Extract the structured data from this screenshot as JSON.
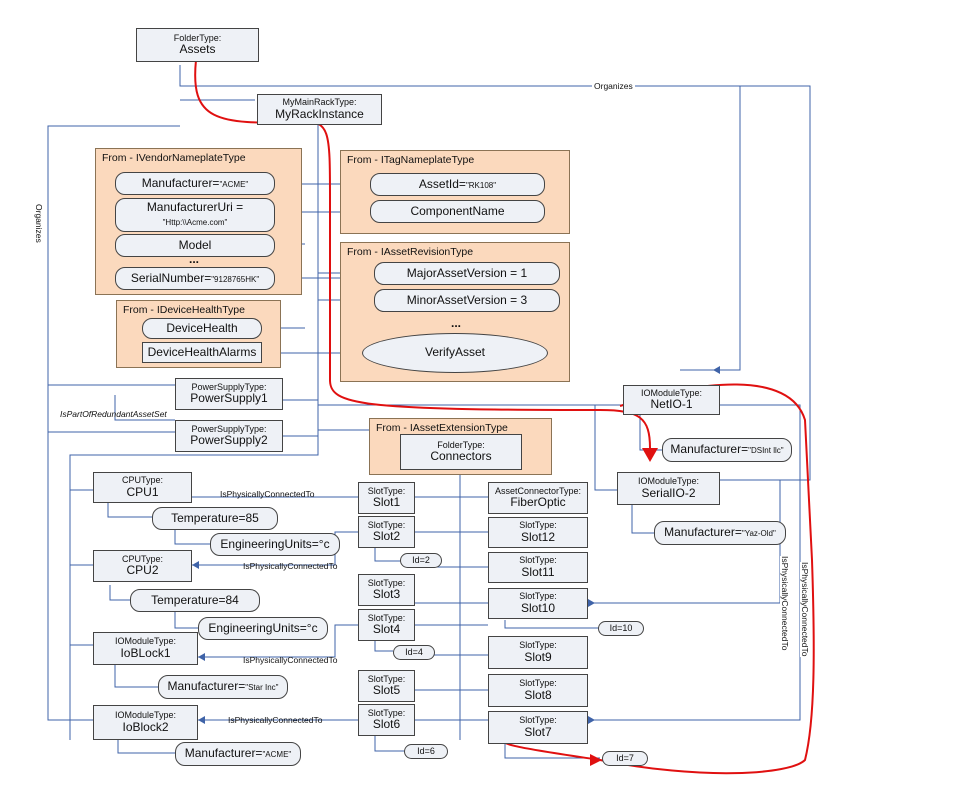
{
  "labels": {
    "organizes": "Organizes",
    "is_part_of_redundant_asset_set": "IsPartOfRedundantAssetSet",
    "is_physically_connected_to": "IsPhysicallyConnectedTo",
    "ellipsis": "..."
  },
  "groups": {
    "vendor_nameplate": "From - IVendorNameplateType",
    "tag_nameplate": "From - ITagNameplateType",
    "asset_revision": "From - IAssetRevisionType",
    "device_health": "From - IDeviceHealthType",
    "asset_extension": "From - IAssetExtensionType"
  },
  "nodes": {
    "assets": {
      "type": "FolderType:",
      "name": "Assets"
    },
    "my_rack": {
      "type": "MyMainRackType:",
      "name": "MyRackInstance"
    },
    "manufacturer": {
      "name": "Manufacturer=",
      "value": "\"ACME\""
    },
    "manufacturer_uri": {
      "name": "ManufacturerUri =",
      "value": "\"Http:\\\\Acme.com\""
    },
    "model": {
      "name": "Model"
    },
    "serial_number": {
      "name": "SerialNumber=",
      "value": "\"9128765HK\""
    },
    "asset_id": {
      "name": "AssetId=",
      "value": "\"RK108\""
    },
    "component_name": {
      "name": "ComponentName"
    },
    "major_version": {
      "name": "MajorAssetVersion = 1"
    },
    "minor_version": {
      "name": "MinorAssetVersion = 3"
    },
    "verify_asset": {
      "name": "VerifyAsset"
    },
    "device_health": {
      "name": "DeviceHealth"
    },
    "device_health_alarms": {
      "name": "DeviceHealthAlarms"
    },
    "power_supply_1": {
      "type": "PowerSupplyType:",
      "name": "PowerSupply1"
    },
    "power_supply_2": {
      "type": "PowerSupplyType:",
      "name": "PowerSupply2"
    },
    "connectors": {
      "type": "FolderType:",
      "name": "Connectors"
    },
    "netio": {
      "type": "IOModuleType:",
      "name": "NetIO-1"
    },
    "netio_manufacturer": {
      "name": "Manufacturer=",
      "value": "\"DSInt llc\""
    },
    "serialio": {
      "type": "IOModuleType:",
      "name": "SerialIO-2"
    },
    "serialio_manufacturer": {
      "name": "Manufacturer=",
      "value": "\"Yaz-Old\""
    },
    "cpu1": {
      "type": "CPUType:",
      "name": "CPU1"
    },
    "cpu1_temp": {
      "name": "Temperature=85"
    },
    "cpu1_units": {
      "name": "EngineeringUnits=°c"
    },
    "cpu2": {
      "type": "CPUType:",
      "name": "CPU2"
    },
    "cpu2_temp": {
      "name": "Temperature=84"
    },
    "cpu2_units": {
      "name": "EngineeringUnits=°c"
    },
    "ioblock1": {
      "type": "IOModuleType:",
      "name": "IoBLock1"
    },
    "ioblock1_manufacturer": {
      "name": "Manufacturer=",
      "value": "\"Star Inc\""
    },
    "ioblock2": {
      "type": "IOModuleType:",
      "name": "IoBlock2"
    },
    "ioblock2_manufacturer": {
      "name": "Manufacturer=",
      "value": "\"ACME\""
    },
    "fiber_optic": {
      "type": "AssetConnectorType:",
      "name": "FiberOptic"
    },
    "slot1": {
      "type": "SlotType:",
      "name": "Slot1"
    },
    "slot2": {
      "type": "SlotType:",
      "name": "Slot2"
    },
    "slot3": {
      "type": "SlotType:",
      "name": "Slot3"
    },
    "slot4": {
      "type": "SlotType:",
      "name": "Slot4"
    },
    "slot5": {
      "type": "SlotType:",
      "name": "Slot5"
    },
    "slot6": {
      "type": "SlotType:",
      "name": "Slot6"
    },
    "slot7": {
      "type": "SlotType:",
      "name": "Slot7"
    },
    "slot8": {
      "type": "SlotType:",
      "name": "Slot8"
    },
    "slot9": {
      "type": "SlotType:",
      "name": "Slot9"
    },
    "slot10": {
      "type": "SlotType:",
      "name": "Slot10"
    },
    "slot11": {
      "type": "SlotType:",
      "name": "Slot11"
    },
    "slot12": {
      "type": "SlotType:",
      "name": "Slot12"
    },
    "slot2_id": {
      "name": "Id=2"
    },
    "slot4_id": {
      "name": "Id=4"
    },
    "slot6_id": {
      "name": "Id=6"
    },
    "slot7_id": {
      "name": "Id=7"
    },
    "slot10_id": {
      "name": "Id=10"
    }
  },
  "colors": {
    "line": "#3f63a8",
    "highlight": "#e01010",
    "group_fill": "#fbd9bd",
    "node_fill": "#eef1f6"
  }
}
